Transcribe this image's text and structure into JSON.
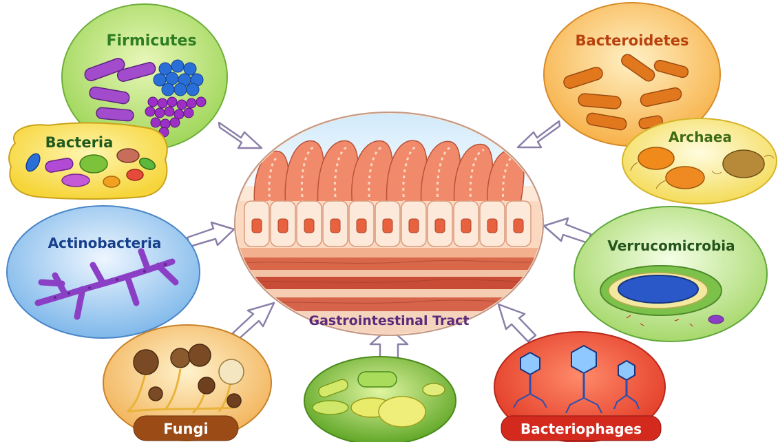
{
  "center": {
    "title": "Gastrointestinal Tract"
  },
  "groups": {
    "firmicutes": "Firmicutes",
    "bacteria": "Bacteria",
    "bacteroidetes": "Bacteroidetes",
    "archaea": "Archaea",
    "actinobacteria": "Actinobacteria",
    "verrucomicrobia": "Verrucomicrobia",
    "fungi": "Fungi",
    "bacteriophages": "Bacteriophages"
  },
  "colors": {
    "title": "#5b2a7a",
    "firmicutes": "#2e7d22",
    "bacteria": "#1f5a1f",
    "bacteroidetes": "#b8420e",
    "archaea": "#3f6b12",
    "actinobacteria": "#163f8c",
    "verrucomicrobia": "#24551c",
    "fungi_pill": "#9a4b16",
    "phage_pill": "#d42a1e"
  }
}
